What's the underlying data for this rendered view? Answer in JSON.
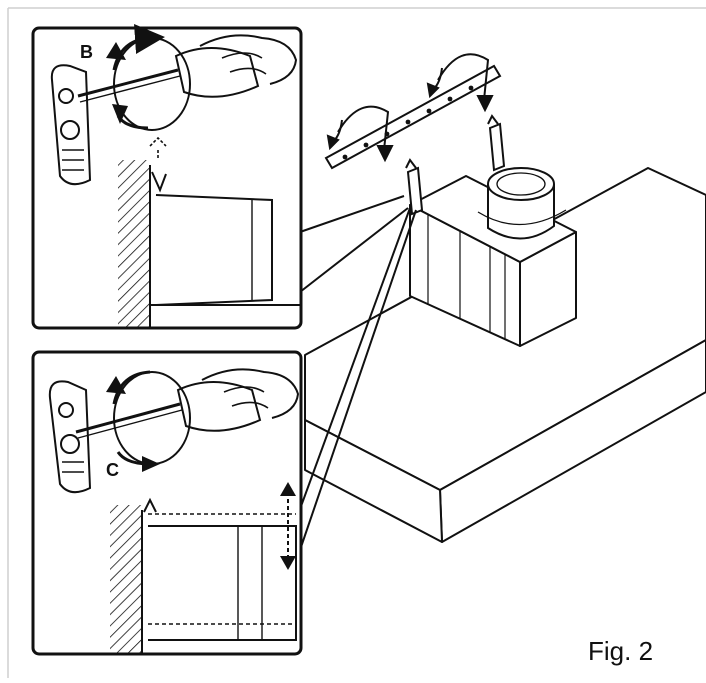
{
  "figure": {
    "caption": "Fig. 2",
    "callouts": {
      "top": "B",
      "bottom": "C"
    }
  },
  "colors": {
    "ink": "#111111",
    "paper": "#ffffff",
    "frame": "#cfcfcf"
  }
}
